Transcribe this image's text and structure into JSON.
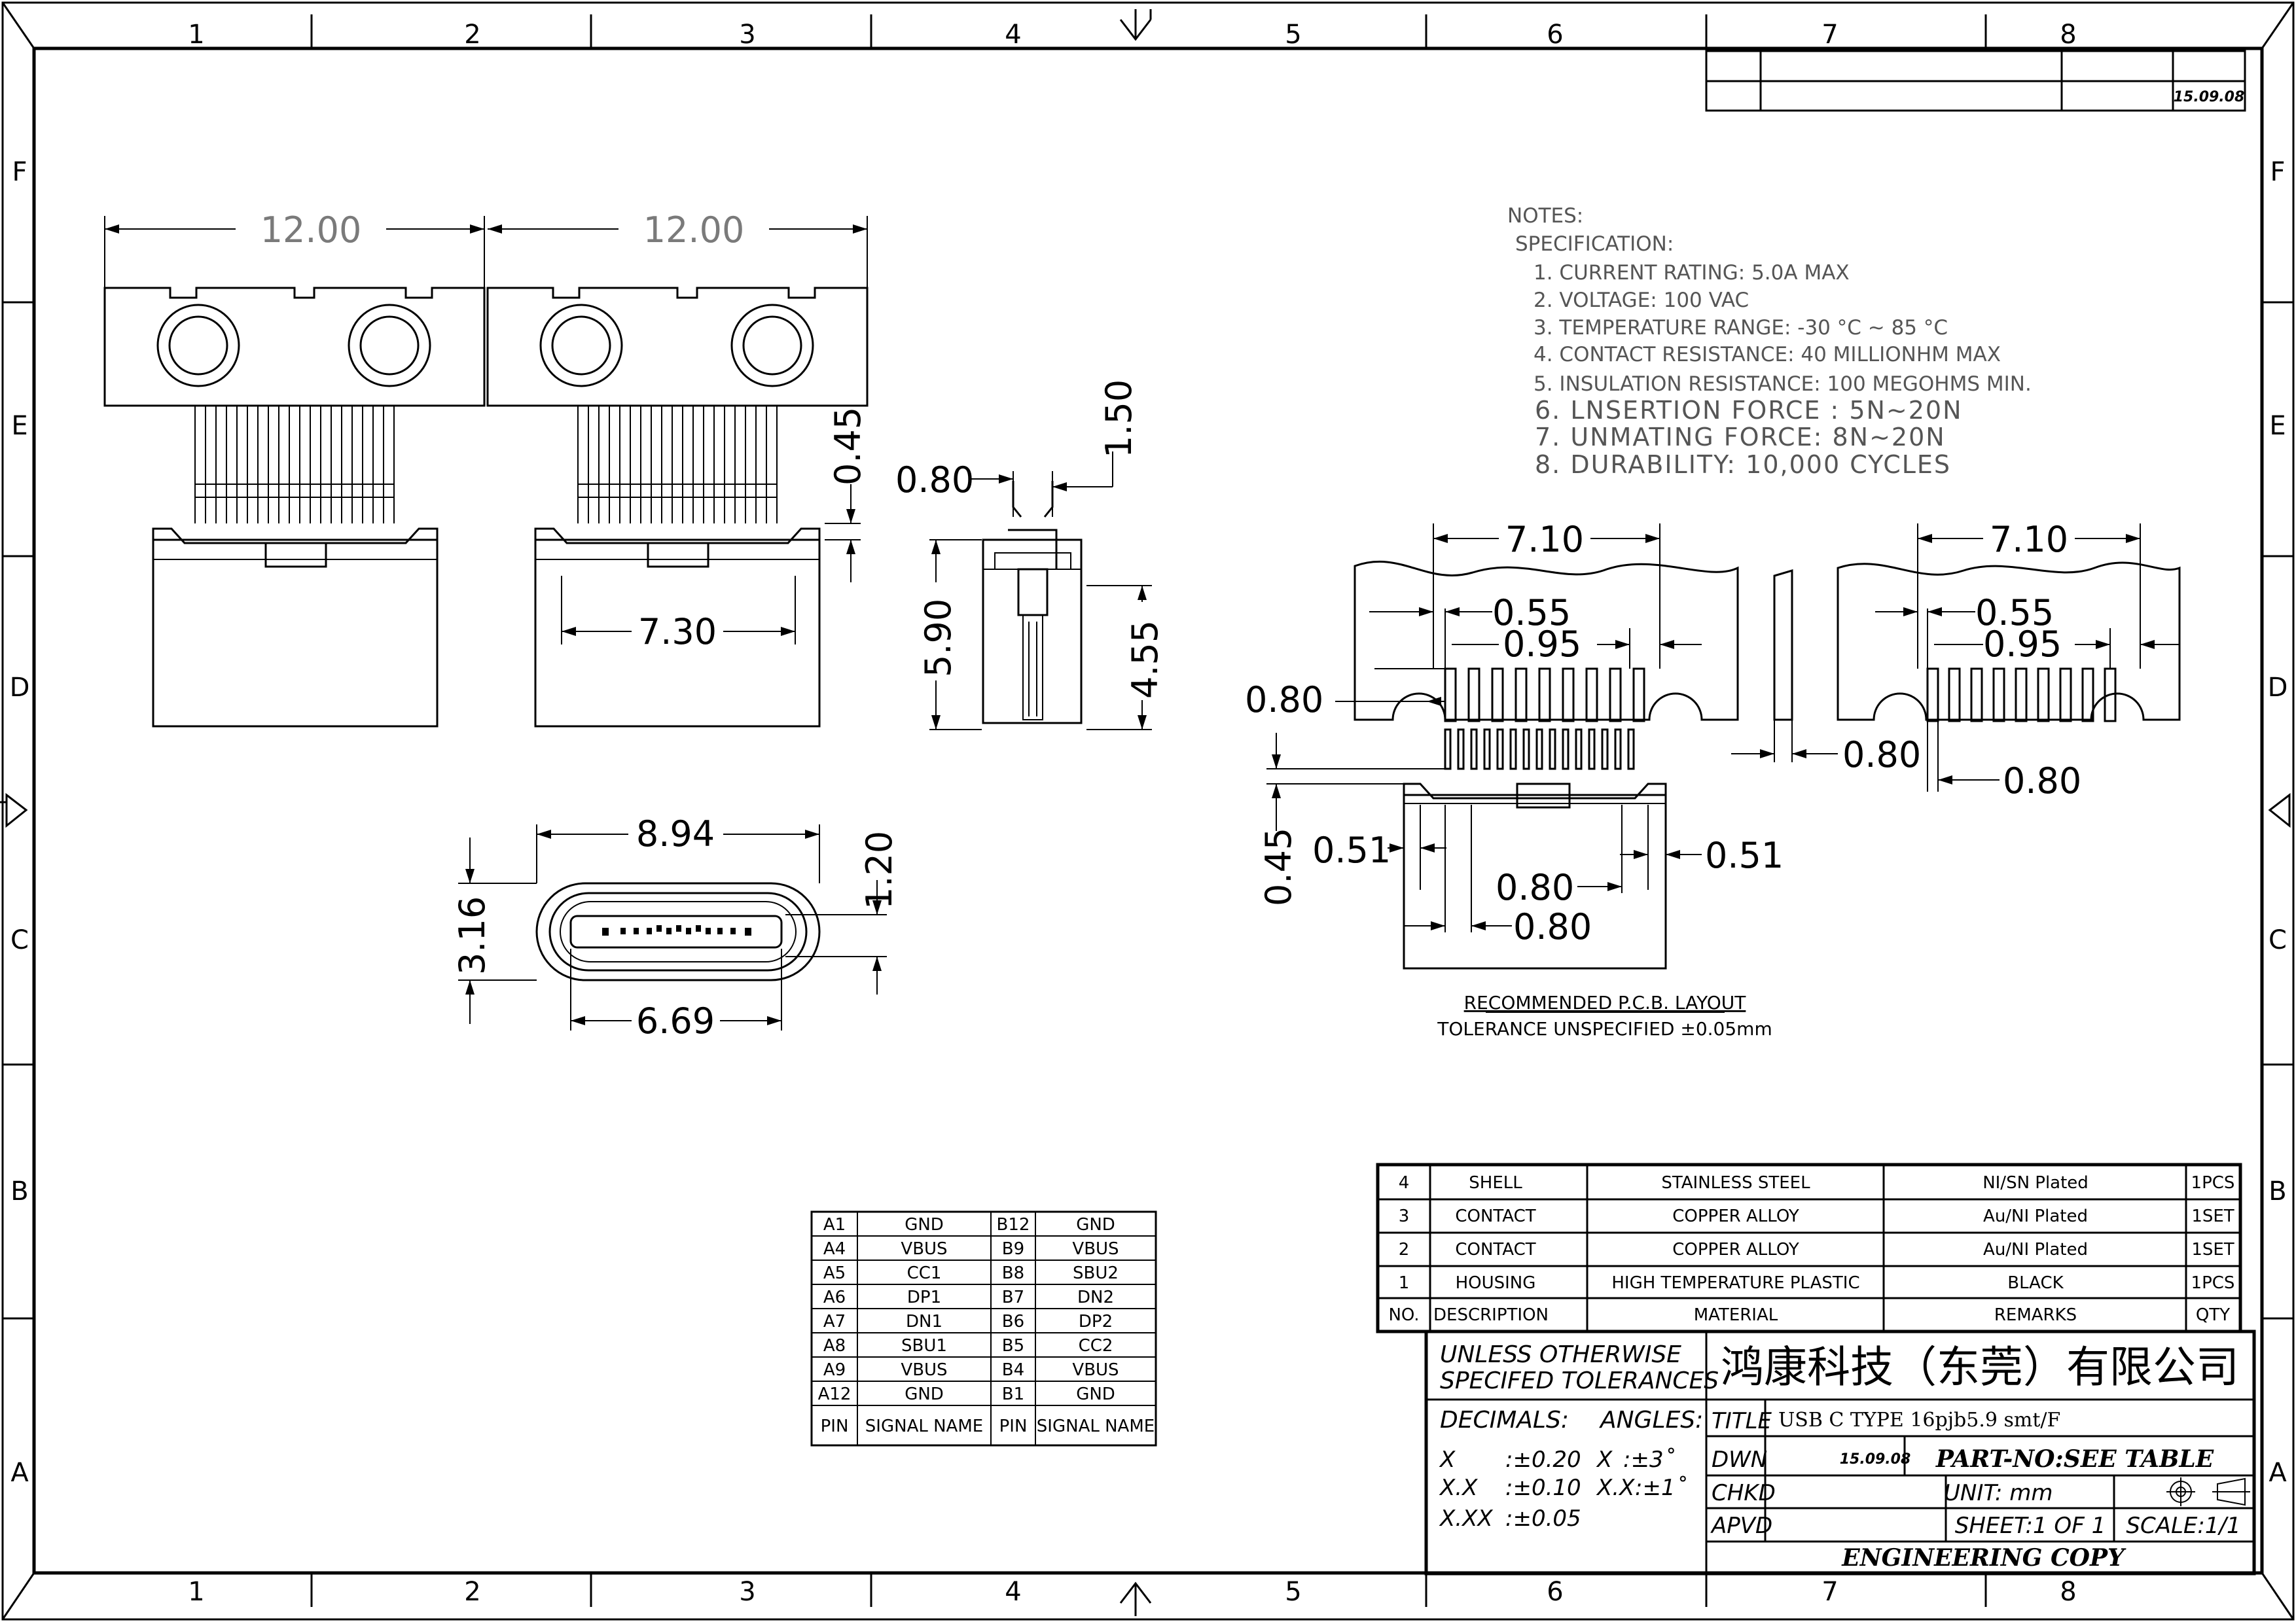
{
  "zones": {
    "columns": [
      "1",
      "2",
      "3",
      "4",
      "5",
      "6",
      "7",
      "8"
    ],
    "rows": [
      "F",
      "E",
      "D",
      "C",
      "B",
      "A"
    ]
  },
  "revision": {
    "date": "15.09.08"
  },
  "notes": {
    "header": "NOTES:",
    "spec_header": "SPECIFICATION:",
    "items": [
      "1. CURRENT RATING: 5.0A MAX",
      "2. VOLTAGE: 100 VAC",
      "3. TEMPERATURE RANGE: -30 °C ~ 85 °C",
      "4. CONTACT RESISTANCE: 40 MILLIONHM MAX",
      "5. INSULATION RESISTANCE: 100 MEGOHMS MIN.",
      "6. LNSERTION FORCE : 5N~20N",
      "7. UNMATING FORCE: 8N~20N",
      "8. DURABILITY:  10,000 CYCLES"
    ]
  },
  "dimensions": {
    "top_width_left": "12.00",
    "top_width_right": "12.00",
    "pin_height": "0.45",
    "housing_width": "7.30",
    "side_lead": "0.80",
    "side_tab": "1.50",
    "side_total": "5.90",
    "side_body": "4.55",
    "face_outer_w": "8.94",
    "face_lip": "1.20",
    "face_h": "3.16",
    "face_inner_w": "6.69",
    "pcb_w_left": "7.10",
    "pcb_w_right": "7.10",
    "pad_gap_left": "0.55",
    "pad_pitch_left": "0.95",
    "pad_gap_right": "0.55",
    "pad_pitch_right": "0.95",
    "pad_h": "0.80",
    "slot_w": "0.80",
    "pad_w_right": "0.80",
    "stand_h": "0.45",
    "foot_left": "0.51",
    "foot_right": "0.51",
    "foot_pitch": "0.80",
    "foot_pitch2": "0.80"
  },
  "pcb_caption": {
    "line1": "RECOMMENDED  P.C.B. LAYOUT",
    "line2": "TOLERANCE UNSPECIFIED ±0.05mm"
  },
  "pin_table": {
    "rows": [
      [
        "A1",
        "GND",
        "B12",
        "GND"
      ],
      [
        "A4",
        "VBUS",
        "B9",
        "VBUS"
      ],
      [
        "A5",
        "CC1",
        "B8",
        "SBU2"
      ],
      [
        "A6",
        "DP1",
        "B7",
        "DN2"
      ],
      [
        "A7",
        "DN1",
        "B6",
        "DP2"
      ],
      [
        "A8",
        "SBU1",
        "B5",
        "CC2"
      ],
      [
        "A9",
        "VBUS",
        "B4",
        "VBUS"
      ],
      [
        "A12",
        "GND",
        "B1",
        "GND"
      ]
    ],
    "header": [
      "PIN",
      "SIGNAL NAME",
      "PIN",
      "SIGNAL NAME"
    ]
  },
  "bom": {
    "rows": [
      [
        "4",
        "SHELL",
        "STAINLESS  STEEL",
        "NI/SN   Plated",
        "1PCS"
      ],
      [
        "3",
        "CONTACT",
        "COPPER ALLOY",
        "Au/NI Plated",
        "1SET"
      ],
      [
        "2",
        "CONTACT",
        "COPPER ALLOY",
        "Au/NI Plated",
        "1SET"
      ],
      [
        "1",
        "HOUSING",
        "HIGH TEMPERATURE PLASTIC",
        "BLACK",
        "1PCS"
      ]
    ],
    "header": [
      "NO.",
      "DESCRIPTION",
      "MATERIAL",
      "REMARKS",
      "QTY"
    ]
  },
  "title_block": {
    "tolerance_title_1": "UNLESS OTHERWISE",
    "tolerance_title_2": "SPECIFED TOLERANCES",
    "decimals_label": "DECIMALS:",
    "angles_label": "ANGLES:",
    "tol_x": "X",
    "tol_x_val": ":±0.20",
    "tol_xx": "X.X",
    "tol_xx_val": ":±0.10",
    "tol_xxx": "X.XX",
    "tol_xxx_val": ":±0.05",
    "ang_x": "X",
    "ang_x_val": ":±3˚",
    "ang_xx": "X.X",
    "ang_xx_val": ":±1˚",
    "company": "鸿康科技（东莞）有限公司",
    "title_label": "TITLE",
    "title_value": "USB C TYPE 16pjb5.9 smt/F",
    "dwn_label": "DWN",
    "dwn_date": "15.09.08",
    "part_no": "PART-NO:SEE TABLE",
    "chkd_label": "CHKD",
    "unit": "UNIT:   mm",
    "apvd_label": "APVD",
    "sheet": "SHEET:1  OF  1",
    "scale": "SCALE:1/1",
    "copy": "ENGINEERING  COPY"
  }
}
